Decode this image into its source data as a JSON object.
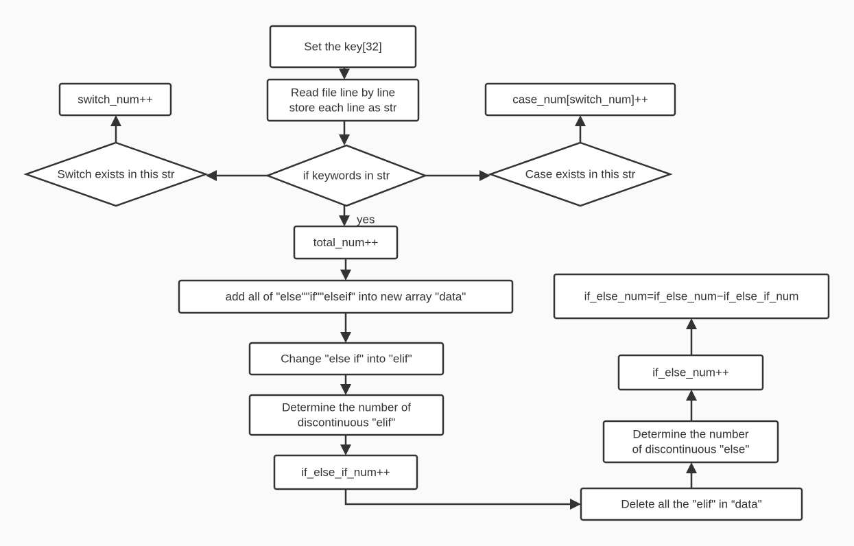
{
  "diagram": {
    "nodes": [
      {
        "id": "set_key",
        "shape": "rect",
        "lines": [
          "Set the key[32]"
        ]
      },
      {
        "id": "read_file",
        "shape": "rect",
        "lines": [
          "Read file line by line",
          "store each line as str"
        ]
      },
      {
        "id": "if_keywords",
        "shape": "diamond",
        "lines": [
          "if keywords in str"
        ]
      },
      {
        "id": "switch_exists",
        "shape": "diamond",
        "lines": [
          "Switch exists in this str"
        ]
      },
      {
        "id": "switch_num",
        "shape": "rect",
        "lines": [
          "switch_num++"
        ]
      },
      {
        "id": "case_exists",
        "shape": "diamond",
        "lines": [
          "Case exists in this str"
        ]
      },
      {
        "id": "case_num",
        "shape": "rect",
        "lines": [
          "case_num[switch_num]++"
        ]
      },
      {
        "id": "total_num",
        "shape": "rect",
        "lines": [
          "total_num++"
        ]
      },
      {
        "id": "add_all",
        "shape": "rect",
        "lines": [
          "add all of \"else\"\"if\"\"elseif\" into new array \"data\""
        ]
      },
      {
        "id": "change_elif",
        "shape": "rect",
        "lines": [
          "Change \"else if\" into \"elif\""
        ]
      },
      {
        "id": "determine_elif",
        "shape": "rect",
        "lines": [
          "Determine the number of",
          "discontinuous \"elif\""
        ]
      },
      {
        "id": "if_else_if_num",
        "shape": "rect",
        "lines": [
          "if_else_if_num++"
        ]
      },
      {
        "id": "delete_elif",
        "shape": "rect",
        "lines": [
          "Delete all the \"elif\" in “data\""
        ]
      },
      {
        "id": "determine_else",
        "shape": "rect",
        "lines": [
          "Determine the number",
          "of discontinuous \"else\""
        ]
      },
      {
        "id": "if_else_num",
        "shape": "rect",
        "lines": [
          "if_else_num++"
        ]
      },
      {
        "id": "if_else_calc",
        "shape": "rect",
        "lines": [
          "if_else_num=if_else_num−if_else_if_num"
        ]
      }
    ],
    "edges": [
      {
        "from": "set_key",
        "to": "read_file",
        "label": ""
      },
      {
        "from": "read_file",
        "to": "if_keywords",
        "label": ""
      },
      {
        "from": "if_keywords",
        "to": "switch_exists",
        "label": ""
      },
      {
        "from": "switch_exists",
        "to": "switch_num",
        "label": ""
      },
      {
        "from": "if_keywords",
        "to": "case_exists",
        "label": ""
      },
      {
        "from": "case_exists",
        "to": "case_num",
        "label": ""
      },
      {
        "from": "if_keywords",
        "to": "total_num",
        "label": "yes"
      },
      {
        "from": "total_num",
        "to": "add_all",
        "label": ""
      },
      {
        "from": "add_all",
        "to": "change_elif",
        "label": ""
      },
      {
        "from": "change_elif",
        "to": "determine_elif",
        "label": ""
      },
      {
        "from": "determine_elif",
        "to": "if_else_if_num",
        "label": ""
      },
      {
        "from": "if_else_if_num",
        "to": "delete_elif",
        "label": ""
      },
      {
        "from": "delete_elif",
        "to": "determine_else",
        "label": ""
      },
      {
        "from": "determine_else",
        "to": "if_else_num",
        "label": ""
      },
      {
        "from": "if_else_num",
        "to": "if_else_calc",
        "label": ""
      }
    ]
  }
}
